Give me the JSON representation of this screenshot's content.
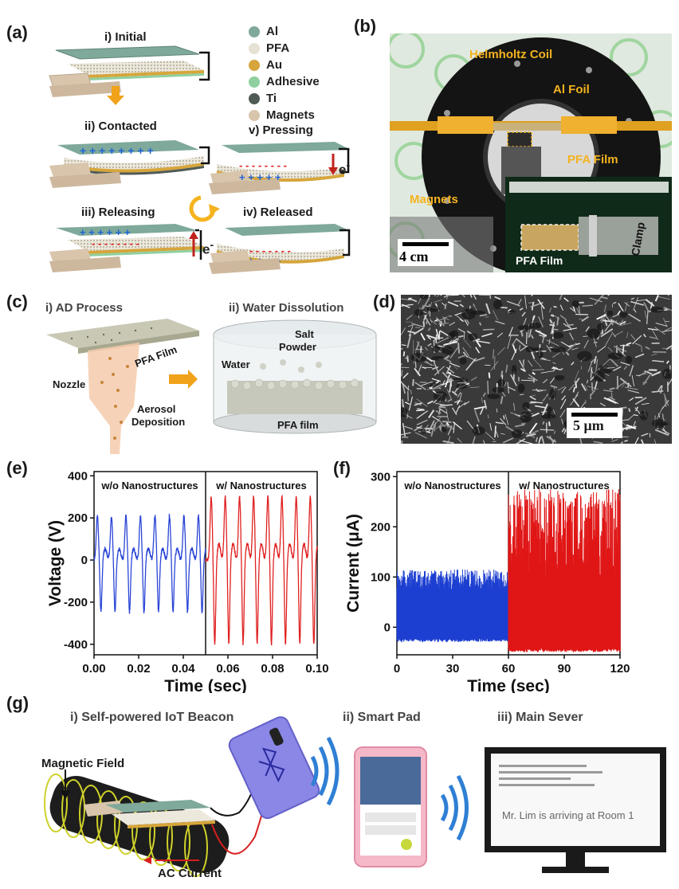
{
  "panel_labels": {
    "a": "(a)",
    "b": "(b)",
    "c": "(c)",
    "d": "(d)",
    "e": "(e)",
    "f": "(f)",
    "g": "(g)"
  },
  "panel_a": {
    "stages": {
      "initial": "i) Initial",
      "contacted": "ii) Contacted",
      "releasing": "iii) Releasing",
      "released": "iv) Released",
      "pressing": "v) Pressing"
    },
    "electron": "e",
    "electron_sup": "-",
    "legend": [
      {
        "label": "Al",
        "color": "#7fa99a"
      },
      {
        "label": "PFA",
        "color": "#e6e2d3"
      },
      {
        "label": "Au",
        "color": "#d6a53b"
      },
      {
        "label": "Adhesive",
        "color": "#8fd0a0"
      },
      {
        "label": "Ti",
        "color": "#505a55"
      },
      {
        "label": "Magnets",
        "color": "#d9c5ac"
      }
    ]
  },
  "panel_b": {
    "labels": {
      "coil": "Helmholtz Coil",
      "foil": "Al Foil",
      "film": "PFA Film",
      "magnets": "Magnets",
      "inset_film": "PFA Film",
      "clamp": "Clamp"
    },
    "scalebar": "4 cm"
  },
  "panel_c": {
    "titles": {
      "ad": "i) AD Process",
      "water": "ii) Water Dissolution"
    },
    "labels": {
      "pfa_film": "PFA Film",
      "nozzle": "Nozzle",
      "aerosol": "Aerosol",
      "deposition": "Deposition",
      "salt": "Salt",
      "powder": "Powder",
      "water": "Water",
      "pfa_film_bottom": "PFA film"
    }
  },
  "panel_d": {
    "scalebar": "5 μm"
  },
  "panel_e": {
    "region_left": "w/o Nanostructures",
    "region_right": "w/ Nanostructures",
    "xlabel": "Time (sec)",
    "ylabel": "Voltage (V)",
    "xticks": [
      "0.00",
      "0.02",
      "0.04",
      "0.06",
      "0.08",
      "0.10"
    ],
    "yticks": [
      "400",
      "200",
      "0",
      "-200",
      "-400"
    ]
  },
  "panel_f": {
    "region_left": "w/o Nanostructures",
    "region_right": "w/ Nanostructures",
    "xlabel": "Time (sec)",
    "ylabel": "Current (μA)",
    "xticks": [
      "0",
      "30",
      "60",
      "90",
      "120"
    ],
    "yticks": [
      "300",
      "200",
      "100",
      "0"
    ]
  },
  "panel_g": {
    "titles": {
      "beacon": "i) Self-powered IoT Beacon",
      "pad": "ii) Smart Pad",
      "server": "iii) Main Sever"
    },
    "labels": {
      "field": "Magnetic Field",
      "current": "AC Current"
    },
    "monitor_message": "Mr. Lim is arriving at Room 1"
  },
  "chart_data": [
    {
      "type": "line",
      "xlabel": "Time (sec)",
      "ylabel": "Voltage (V)",
      "xlim": [
        0,
        0.1
      ],
      "ylim": [
        -450,
        420
      ],
      "regions": [
        {
          "name": "w/o Nanostructures",
          "x_range": [
            0,
            0.05
          ],
          "color": "#2a45d6",
          "peak_times": [
            0.0015,
            0.0078,
            0.0143,
            0.0208,
            0.0273,
            0.0338,
            0.0403,
            0.0468
          ],
          "peak_max": 210,
          "peak_min": -250
        },
        {
          "name": "w/ Nanostructures",
          "x_range": [
            0.05,
            0.1
          ],
          "color": "#e02020",
          "peak_times": [
            0.0525,
            0.0588,
            0.0652,
            0.0715,
            0.0779,
            0.0842,
            0.0906,
            0.0969
          ],
          "peak_max": 300,
          "peak_min": -400
        }
      ]
    },
    {
      "type": "line",
      "xlabel": "Time (sec)",
      "ylabel": "Current (μA)",
      "xlim": [
        0,
        120
      ],
      "ylim": [
        -55,
        310
      ],
      "regions": [
        {
          "name": "w/o Nanostructures",
          "x_range": [
            0,
            60
          ],
          "color": "#1d3fd1",
          "baseline": -25,
          "peak_max": 115
        },
        {
          "name": "w/ Nanostructures",
          "x_range": [
            60,
            120
          ],
          "color": "#e01515",
          "baseline": -45,
          "peak_max": 275
        }
      ]
    }
  ]
}
